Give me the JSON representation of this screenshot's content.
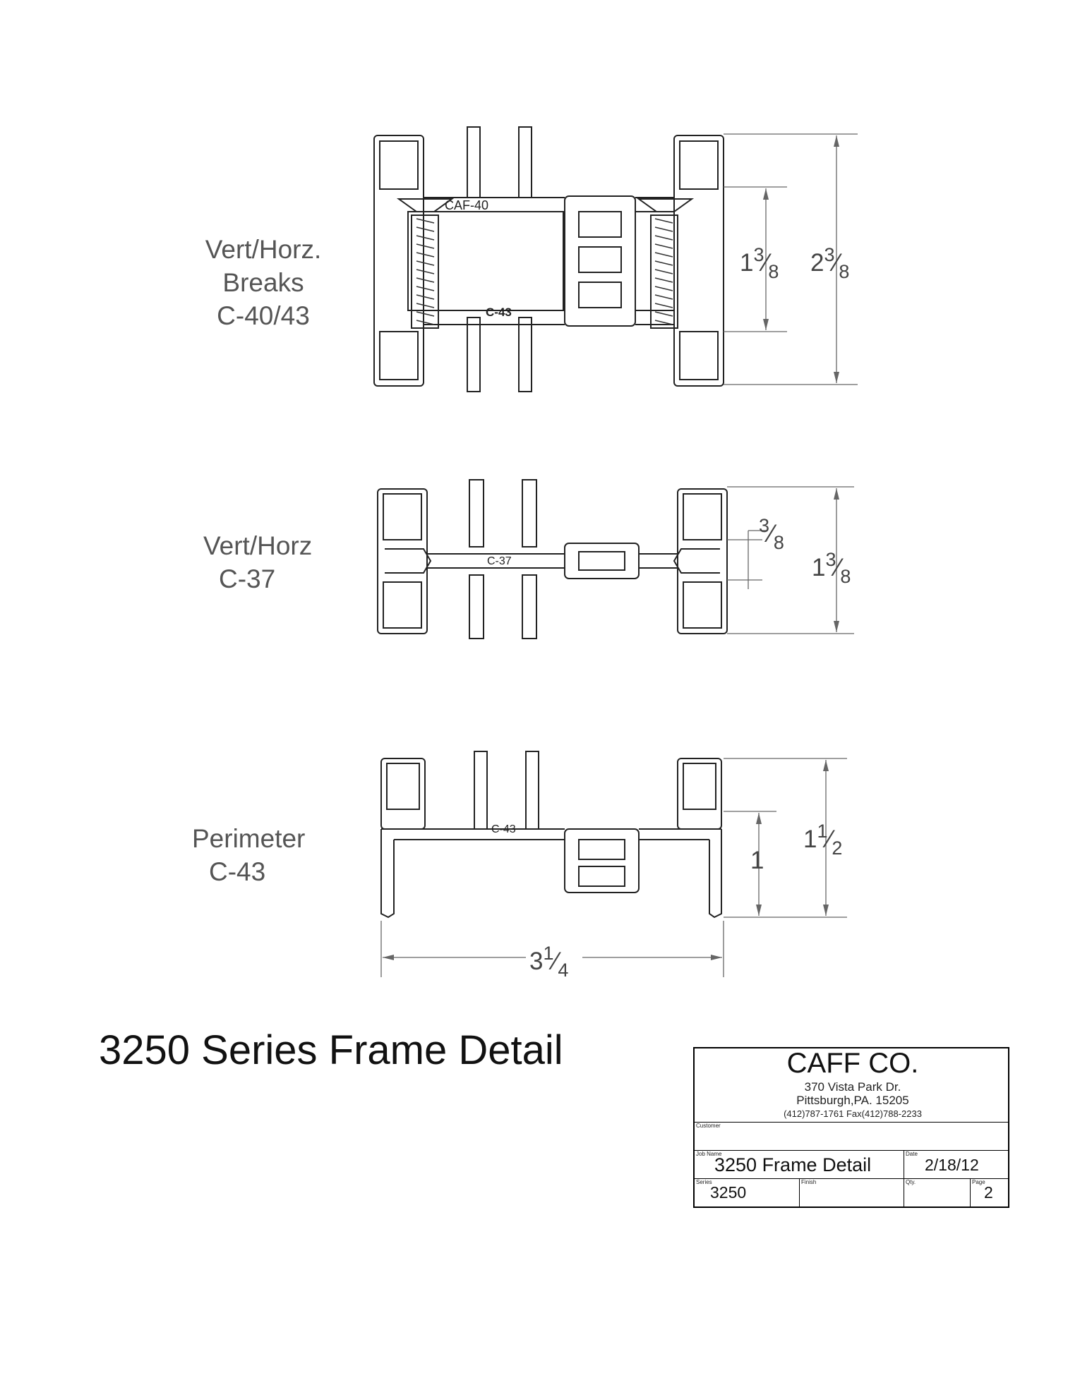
{
  "labels": {
    "section1": [
      "Vert/Horz.",
      "Breaks",
      "C-40/43"
    ],
    "section2": [
      "Vert/Horz",
      "C-37"
    ],
    "section3": [
      "Perimeter",
      "C-43"
    ]
  },
  "callouts": {
    "caf40": "CAF-40",
    "c43_a": "C-43",
    "c37": "C-37",
    "c43_b": "C-43"
  },
  "dimensions": {
    "s1_inner": {
      "whole": "1",
      "num": "3",
      "den": "8"
    },
    "s1_outer": {
      "whole": "2",
      "num": "3",
      "den": "8"
    },
    "s2_inner": {
      "whole": "",
      "num": "3",
      "den": "8"
    },
    "s2_outer": {
      "whole": "1",
      "num": "3",
      "den": "8"
    },
    "s3_inner": {
      "whole": "1",
      "num": "",
      "den": ""
    },
    "s3_outer": {
      "whole": "1",
      "num": "1",
      "den": "2"
    },
    "s3_width": {
      "whole": "3",
      "num": "1",
      "den": "4"
    }
  },
  "title": "3250 Series Frame Detail",
  "title_block": {
    "company": "CAFF CO.",
    "address1": "370 Vista Park Dr.",
    "address2": "Pittsburgh,PA. 15205",
    "phone": "(412)787-1761   Fax(412)788-2233",
    "customer_label": "Customer",
    "customer": "",
    "job_label": "Job Name",
    "job": "3250 Frame Detail",
    "date_label": "Date",
    "date": "2/18/12",
    "series_label": "Series",
    "series": "3250",
    "finish_label": "Finish",
    "finish": "",
    "qty_label": "Qty.",
    "qty": "",
    "page_label": "Page",
    "page": "2"
  }
}
